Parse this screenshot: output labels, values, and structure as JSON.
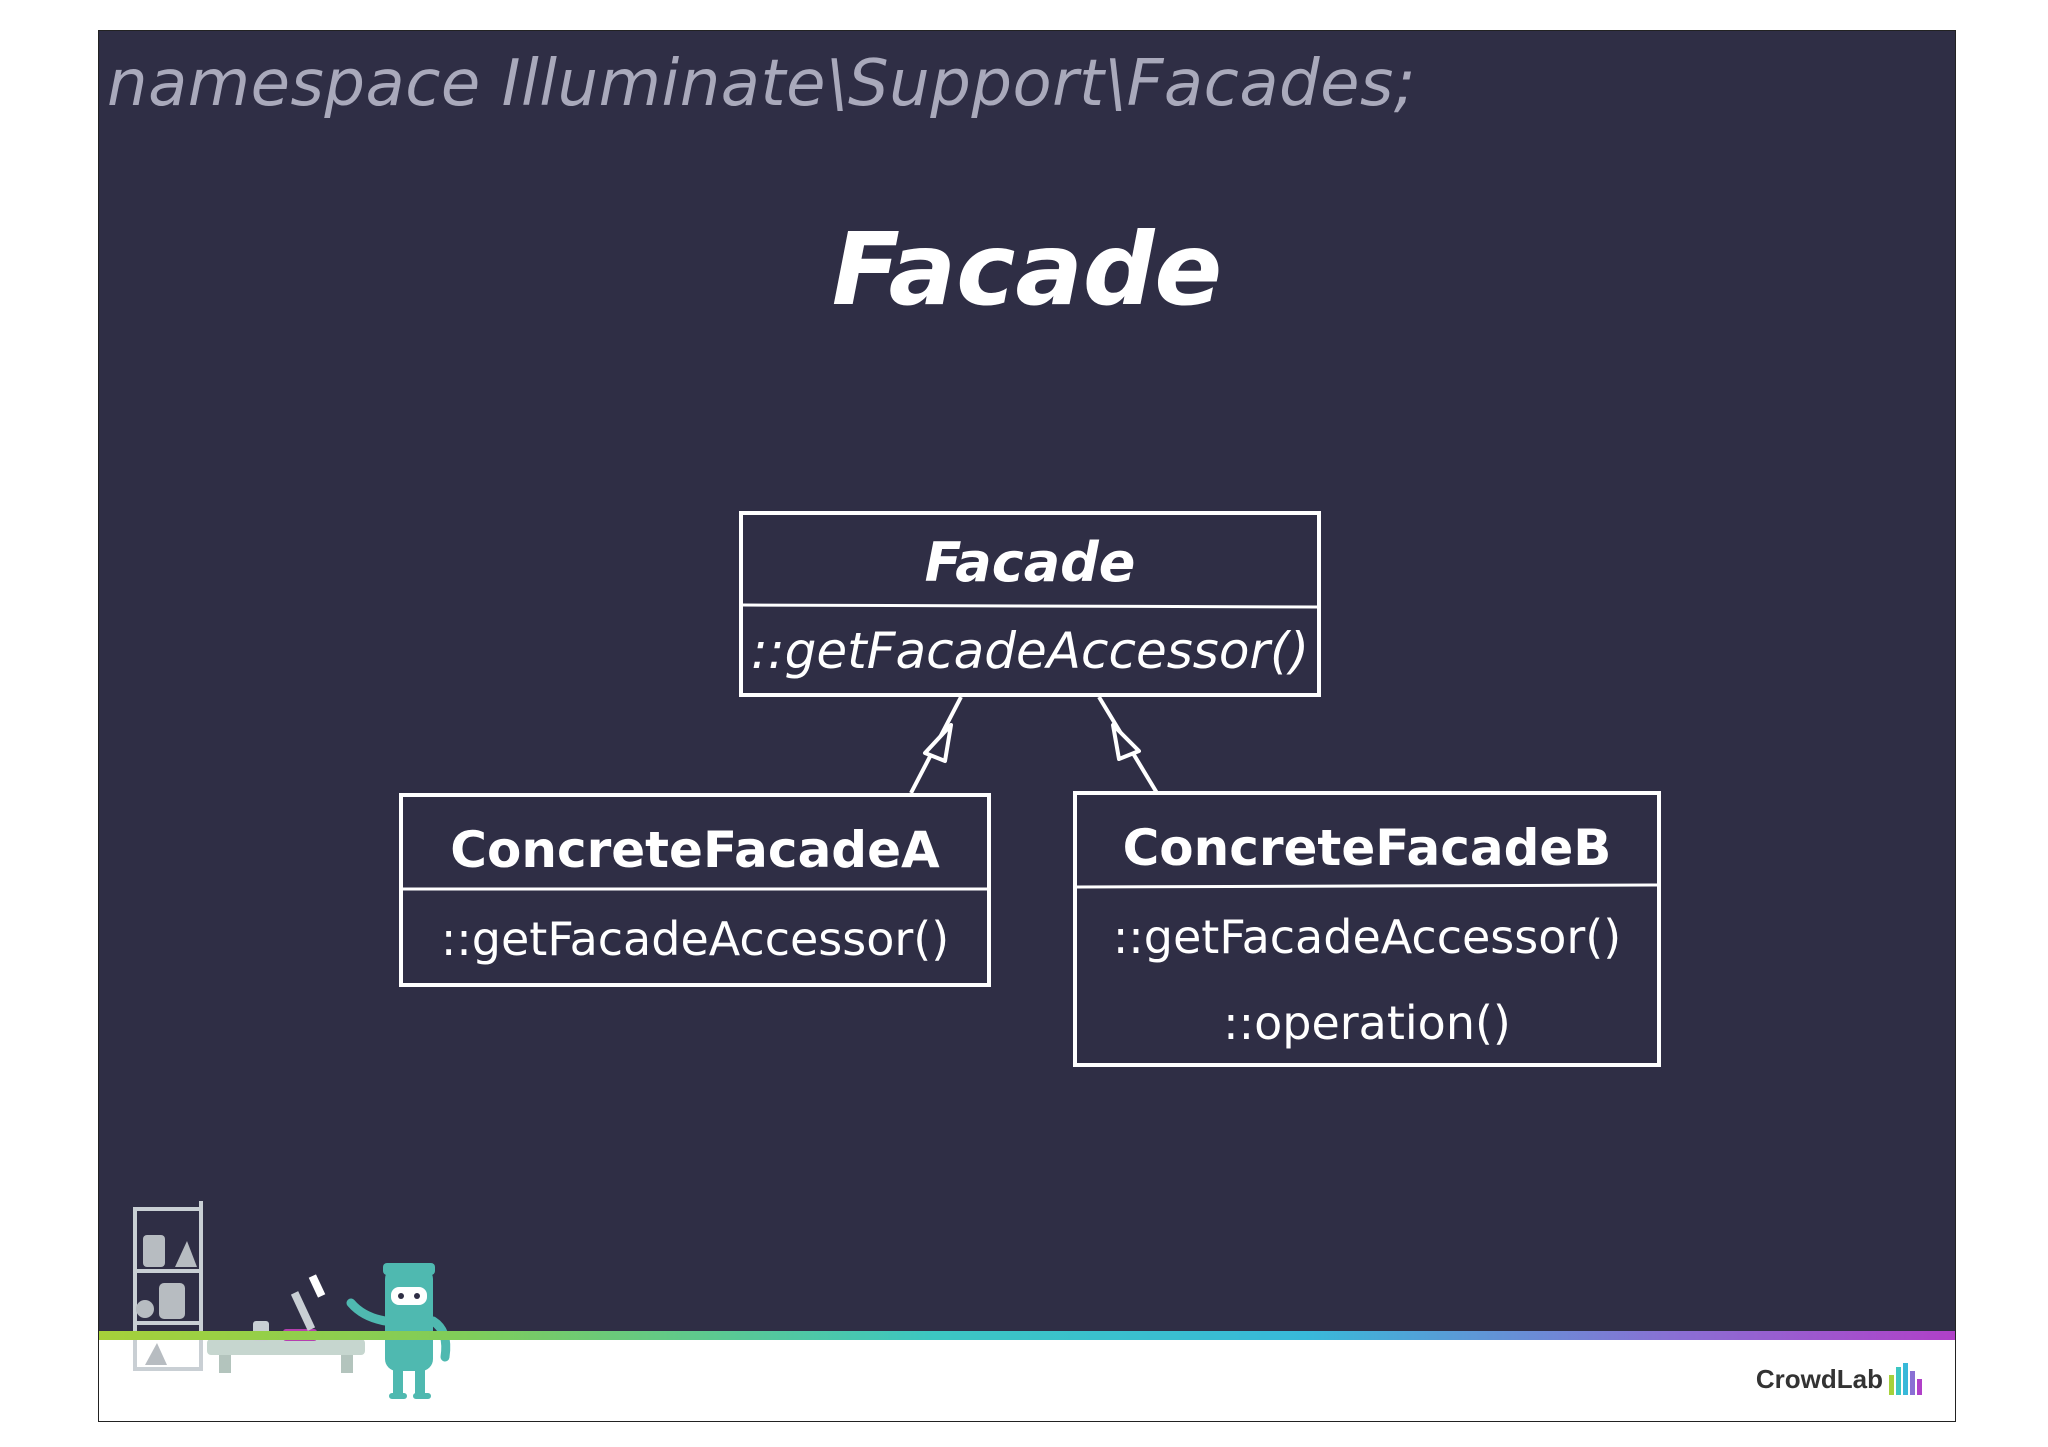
{
  "slide": {
    "namespace": "namespace Illuminate\\Support\\Facades;",
    "title": "Facade",
    "logo_text": "CrowdLab"
  },
  "diagram": {
    "classes": [
      {
        "id": "facade",
        "name": "Facade",
        "methods": [
          "::getFacadeAccessor()"
        ],
        "abstract": true
      },
      {
        "id": "concrete-a",
        "name": "ConcreteFacadeA",
        "methods": [
          "::getFacadeAccessor()"
        ],
        "abstract": false
      },
      {
        "id": "concrete-b",
        "name": "ConcreteFacadeB",
        "methods": [
          "::getFacadeAccessor()",
          "::operation()"
        ],
        "abstract": false
      }
    ],
    "relations": [
      {
        "from": "concrete-a",
        "to": "facade",
        "type": "inheritance"
      },
      {
        "from": "concrete-b",
        "to": "facade",
        "type": "inheritance"
      }
    ]
  },
  "colors": {
    "background": "#2f2e45",
    "foreground": "#ffffff",
    "namespace_text": "#a9a9bb"
  }
}
